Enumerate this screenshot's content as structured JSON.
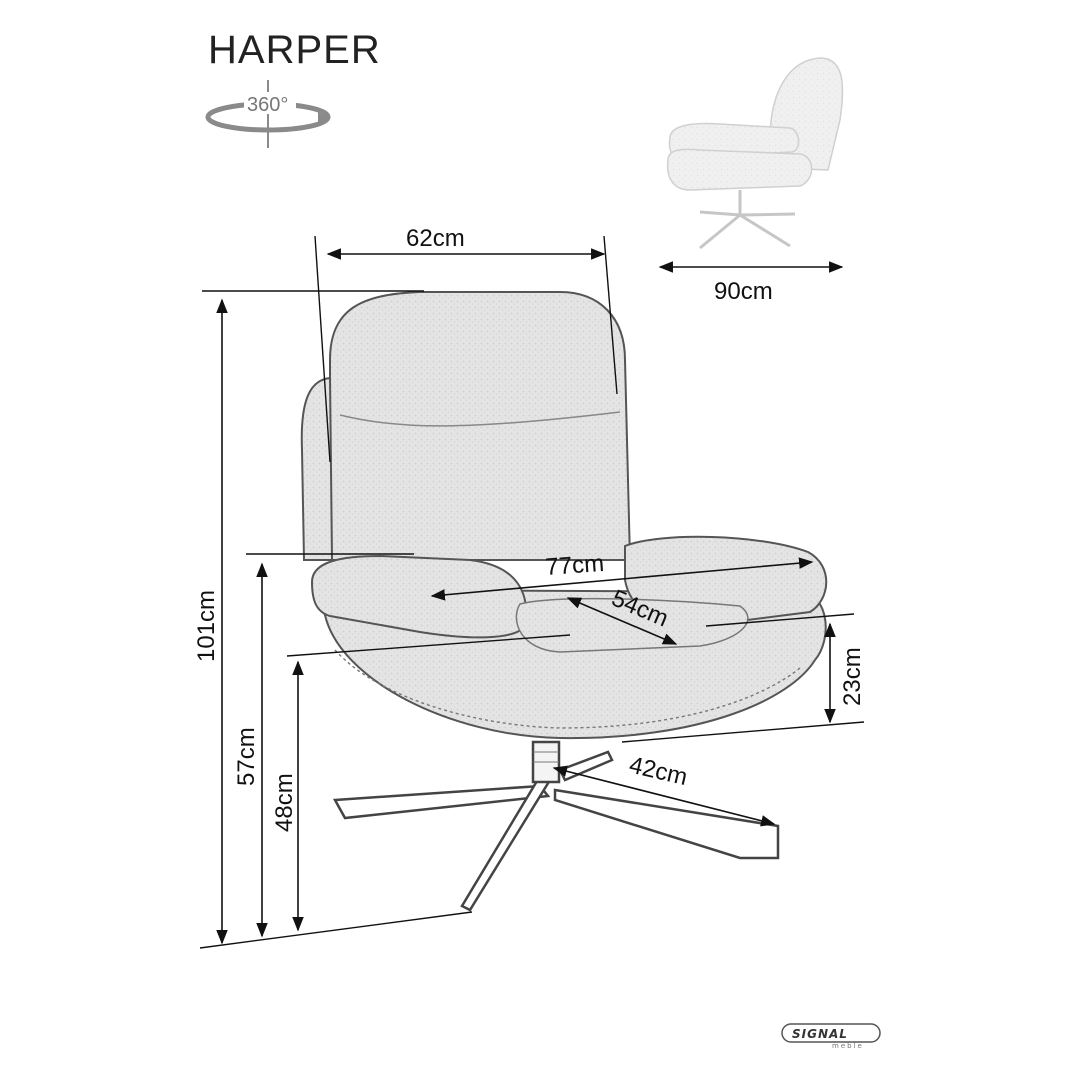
{
  "product": {
    "name": "HARPER",
    "rotation_label": "360°"
  },
  "dimensions": {
    "width_top": "62cm",
    "depth_side": "90cm",
    "height_total": "101cm",
    "arm_height": "57cm",
    "seat_height": "48cm",
    "seat_width": "77cm",
    "seat_depth": "54cm",
    "seat_thickness": "23cm",
    "base_radius": "42cm"
  },
  "brand": {
    "name": "SIGNAL",
    "sub": "meble"
  },
  "colors": {
    "line": "#111111",
    "fabric": "#e2e2e2",
    "fabric_shade": "#c9c9c9",
    "metal": "#555555",
    "rotation_icon": "#8a8a8a"
  }
}
